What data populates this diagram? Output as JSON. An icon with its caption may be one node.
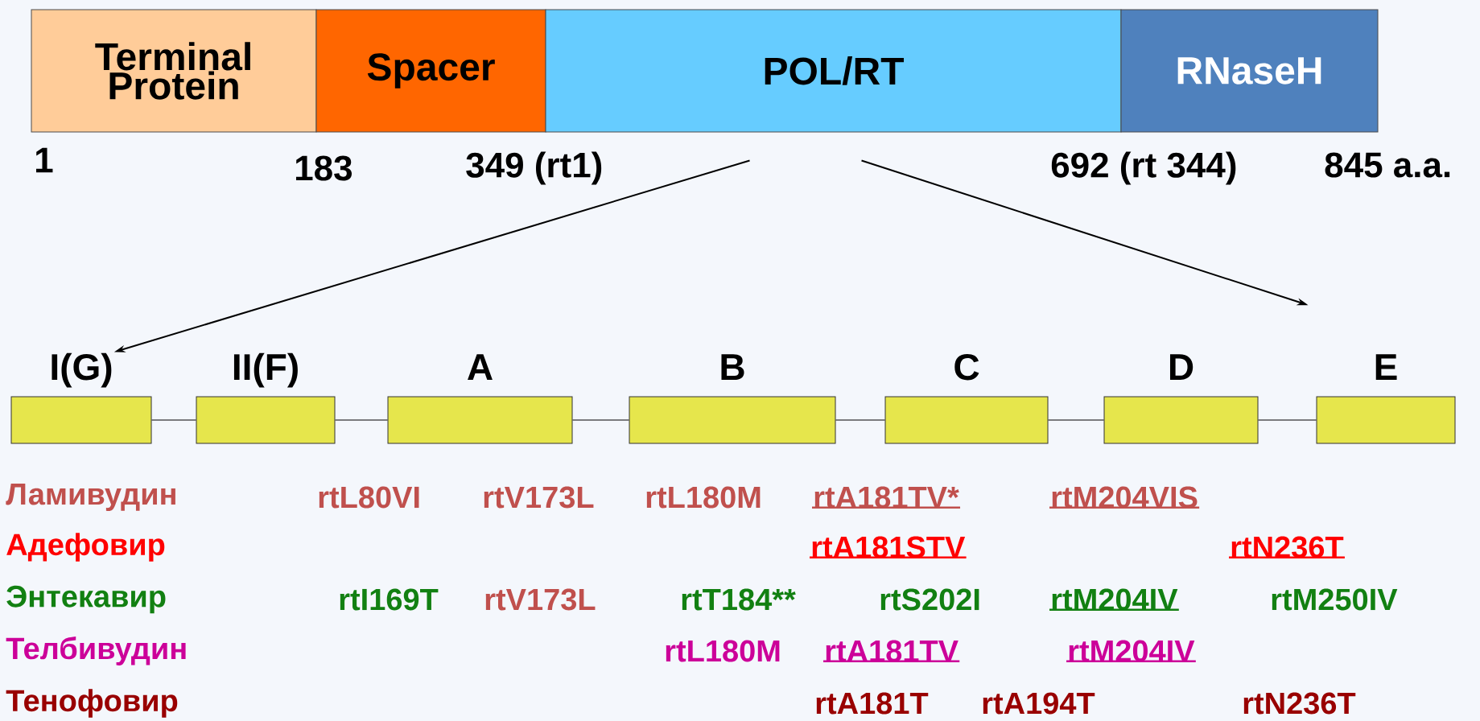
{
  "diagram": {
    "nodes": [
      {
        "text": [
          "Terminal Protein"
        ]
      },
      {
        "text": [
          "Spacer"
        ]
      },
      {
        "text": [
          "POL/RT"
        ]
      },
      {
        "text": [
          "RNaseH"
        ]
      },
      {
        "text": [
          "I(G)"
        ]
      },
      {
        "text": [
          "II(F)"
        ]
      },
      {
        "text": [
          "A"
        ]
      },
      {
        "text": [
          "B"
        ]
      },
      {
        "text": [
          "C"
        ]
      },
      {
        "text": [
          "D"
        ]
      },
      {
        "text": [
          "E"
        ]
      }
    ],
    "edges": [
      {
        "from": 2,
        "to": 4,
        "arrow": "to"
      },
      {
        "from": 2,
        "to": 10,
        "arrow": "to"
      },
      {
        "from": 4,
        "to": 5,
        "arrow": "none"
      },
      {
        "from": 5,
        "to": 6,
        "arrow": "none"
      },
      {
        "from": 6,
        "to": 7,
        "arrow": "none"
      },
      {
        "from": 7,
        "to": 8,
        "arrow": "none"
      },
      {
        "from": 8,
        "to": 9,
        "arrow": "none"
      },
      {
        "from": 9,
        "to": 10,
        "arrow": "none"
      }
    ],
    "labels": [
      "1",
      "183",
      "349 (rt1)",
      "692 (rt 344)",
      "845 a.a.",
      "Ламивудин",
      "rtL80VI",
      "rtV173L",
      "rtL180M",
      "rtA181TV*",
      "rtM204VIS",
      "Адефовир",
      "rtA181STV",
      "rtN236T",
      "Энтекавир",
      "rtI169T",
      "rtV173L",
      "rtT184**",
      "rtS202I",
      "rtM204IV",
      "rtM250IV",
      "Телбивудин",
      "rtL180M",
      "rtA181TV",
      "rtM204IV",
      "Тенофовир",
      "rtA181T",
      "rtA194T",
      "rtN236T"
    ]
  }
}
